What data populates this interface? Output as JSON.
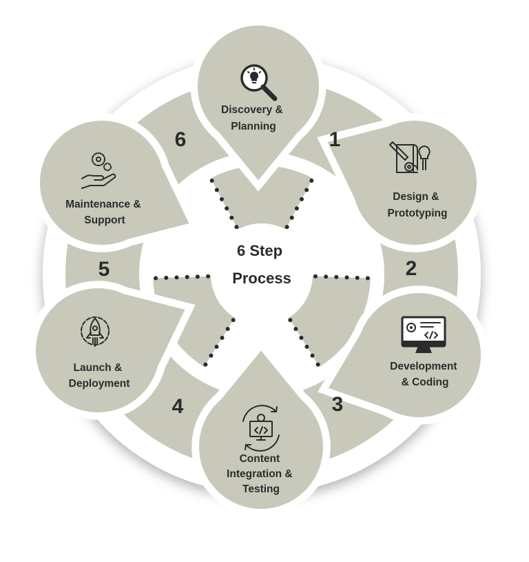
{
  "center": {
    "line1": "6 Step",
    "line2": "Process"
  },
  "colors": {
    "petal": "#c8c8bb",
    "petal_dark": "#bdbdaf",
    "ring": "#ffffff",
    "text": "#2b2b2b",
    "dot": "#2b2b2b"
  },
  "steps": [
    {
      "number": "1",
      "label_lines": [
        "Discovery &",
        "Planning"
      ],
      "icon": "lightbulb-magnifier-icon"
    },
    {
      "number": "2",
      "label_lines": [
        "Design &",
        "Prototyping"
      ],
      "icon": "blueprint-pencil-icon"
    },
    {
      "number": "3",
      "label_lines": [
        "Development",
        "& Coding"
      ],
      "icon": "monitor-code-icon"
    },
    {
      "number": "4",
      "label_lines": [
        "Content",
        "Integration &",
        "Testing"
      ],
      "icon": "code-gear-cycle-icon"
    },
    {
      "number": "5",
      "label_lines": [
        "Launch &",
        "Deployment"
      ],
      "icon": "rocket-gear-icon"
    },
    {
      "number": "6",
      "label_lines": [
        "Maintenance &",
        "Support"
      ],
      "icon": "hand-gears-icon"
    }
  ]
}
